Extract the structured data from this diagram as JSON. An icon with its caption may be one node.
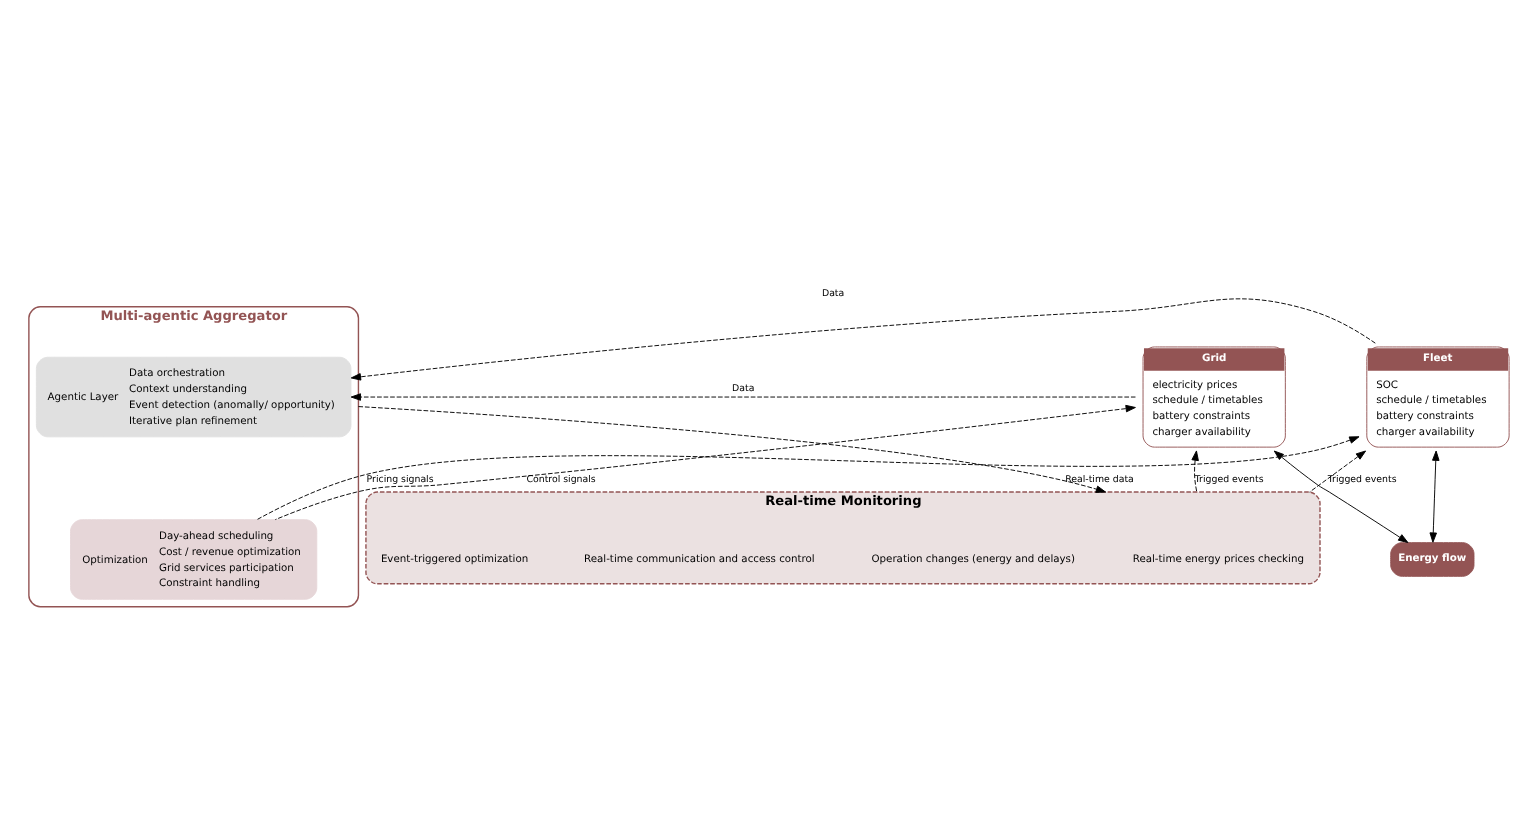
{
  "diagram": {
    "nodes": [
      {
        "text": [
          "Fleet",
          "SOC",
          "schedule / timetables",
          "battery constraints",
          "charger availability"
        ]
      },
      {
        "text": [
          "Multi-agentic Aggregator"
        ]
      },
      {
        "text": [
          "Agentic Layer",
          "Data orchestration",
          "Context understanding",
          "Event detection (anomally/ opportunity)",
          "Iterative plan refinement"
        ],
        "in": 1
      },
      {
        "text": [
          "Optimization",
          "Day-ahead scheduling",
          "Cost / revenue optimization",
          "Grid services participation",
          "Constraint handling"
        ],
        "in": 1
      },
      {
        "text": [
          "Grid",
          "electricity prices",
          "schedule / timetables",
          "battery constraints",
          "charger availability"
        ]
      },
      {
        "text": [
          "Real-time Monitoring"
        ]
      },
      {
        "text": [
          "Real-time energy prices checking"
        ],
        "in": 5
      },
      {
        "text": [
          "Operation changes (energy and delays)"
        ],
        "in": 5
      },
      {
        "text": [
          "Real-time communication and access control"
        ],
        "in": 5
      },
      {
        "text": [
          "Event-triggered optimization"
        ],
        "in": 5
      },
      {
        "text": [
          "Energy flow"
        ]
      }
    ],
    "edges": [
      {
        "from": 0,
        "to": 2,
        "arrow": "to",
        "label": "Data",
        "style": "dashed"
      },
      {
        "from": 4,
        "to": 2,
        "arrow": "to",
        "label": "Data",
        "style": "dashed"
      },
      {
        "from": 3,
        "to": 0,
        "arrow": "to",
        "label": "Pricing signals",
        "style": "dashed"
      },
      {
        "from": 3,
        "to": 4,
        "arrow": "to",
        "label": "Control signals",
        "style": "dashed"
      },
      {
        "from": 1,
        "to": 5,
        "arrow": "to",
        "label": "Real-time data",
        "style": "dashed"
      },
      {
        "from": 5,
        "to": 0,
        "arrow": "to",
        "label": "Trigged events",
        "style": "dashed"
      },
      {
        "from": 5,
        "to": 4,
        "arrow": "to",
        "label": "Trigged events",
        "style": "dashed"
      },
      {
        "from": 0,
        "to": 10,
        "arrow": "both"
      },
      {
        "from": 4,
        "to": 10,
        "arrow": "both"
      }
    ]
  }
}
